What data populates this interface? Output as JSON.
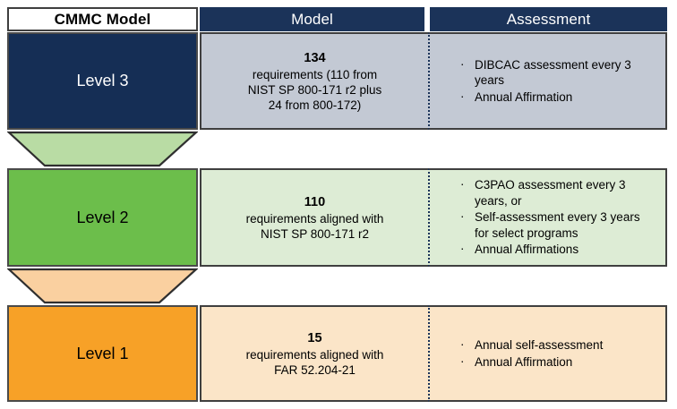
{
  "header": {
    "level_label": "CMMC Model",
    "model_label": "Model",
    "assessment_label": "Assessment"
  },
  "colors": {
    "header_navy": "#1b3359",
    "level3_fill": "#152e55",
    "level3_row_fill": "#c3c9d4",
    "level2_fill": "#6cbe4b",
    "level2_row_fill": "#ddecd5",
    "level2_connector": "#b9dca4",
    "level1_fill": "#f7a127",
    "level1_row_fill": "#fbe5c8",
    "level1_connector": "#fad0a0",
    "border": "#3f3f3f"
  },
  "rows": [
    {
      "level": "Level 3",
      "model": {
        "count": "134",
        "description": "requirements (110 from\nNIST SP 800-171 r2 plus\n24 from 800-172)"
      },
      "assessment": [
        "DIBCAC assessment every 3 years",
        "Annual Affirmation"
      ]
    },
    {
      "level": "Level 2",
      "model": {
        "count": "110",
        "description": "requirements aligned with\nNIST SP 800-171 r2"
      },
      "assessment": [
        "C3PAO assessment every 3 years, or",
        "Self-assessment every 3 years for select programs",
        "Annual Affirmations"
      ]
    },
    {
      "level": "Level 1",
      "model": {
        "count": "15",
        "description": "requirements aligned with\nFAR 52.204-21"
      },
      "assessment": [
        "Annual self-assessment",
        "Annual Affirmation"
      ]
    }
  ],
  "bullet_glyph": "·"
}
